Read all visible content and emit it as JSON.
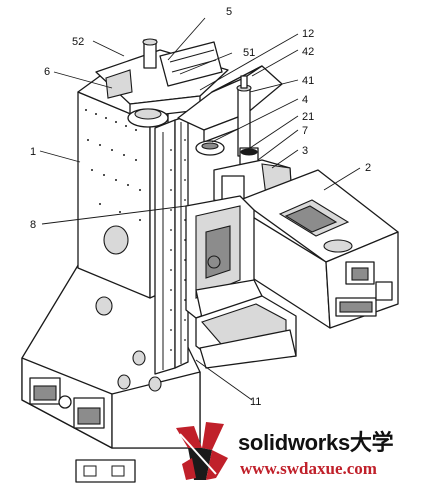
{
  "diagram": {
    "callouts": [
      {
        "id": "c52",
        "text": "52"
      },
      {
        "id": "c5",
        "text": "5"
      },
      {
        "id": "c12",
        "text": "12"
      },
      {
        "id": "c51",
        "text": "51"
      },
      {
        "id": "c42",
        "text": "42"
      },
      {
        "id": "c6",
        "text": "6"
      },
      {
        "id": "c41",
        "text": "41"
      },
      {
        "id": "c4",
        "text": "4"
      },
      {
        "id": "c21",
        "text": "21"
      },
      {
        "id": "c7",
        "text": "7"
      },
      {
        "id": "c1",
        "text": "1"
      },
      {
        "id": "c3",
        "text": "3"
      },
      {
        "id": "c2",
        "text": "2"
      },
      {
        "id": "c8",
        "text": "8"
      },
      {
        "id": "c11",
        "text": "11"
      }
    ]
  },
  "watermark": {
    "brand": "solidworks大学",
    "url": "www.swdaxue.com",
    "accent_color": "#c0202a"
  }
}
